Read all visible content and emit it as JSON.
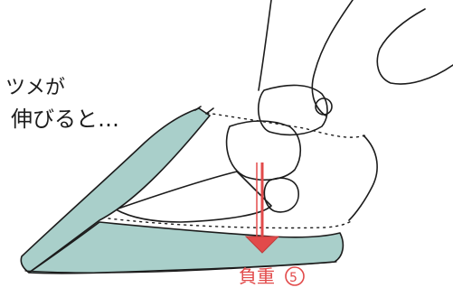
{
  "caption": {
    "line1": "ツメが",
    "line2": "伸びると…"
  },
  "load_label": {
    "text": "負重",
    "mark": "5"
  },
  "colors": {
    "hoof_fill": "#a9cfca",
    "arrow_red": "#e24a4a",
    "ink": "#1c1c1c"
  }
}
